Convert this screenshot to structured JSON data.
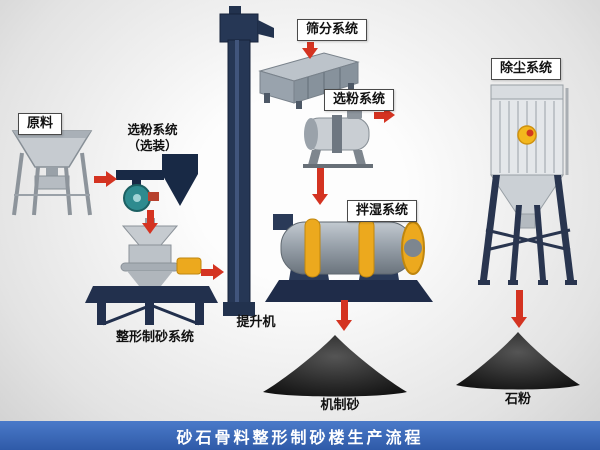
{
  "banner": {
    "title": "砂石骨料整形制砂楼生产流程"
  },
  "nodes": {
    "raw_material": {
      "label": "原料"
    },
    "optional_classifier": {
      "label_line1": "选粉系统",
      "label_line2": "（选装）"
    },
    "screening": {
      "label": "筛分系统"
    },
    "classifier": {
      "label": "选粉系统"
    },
    "dust_removal": {
      "label": "除尘系统"
    },
    "wet_mixing": {
      "label": "拌湿系统"
    },
    "shaping_sand": {
      "label": "整形制砂系统"
    },
    "bucket_elevator": {
      "label": "提升机"
    },
    "machine_sand": {
      "label": "机制砂"
    },
    "stone_powder": {
      "label": "石粉"
    }
  },
  "colors": {
    "arrow": "#d43321",
    "banner_bg": "#3a68bb",
    "banner_text": "#ffffff",
    "machine_frame": "#22304d",
    "machine_body": "#c6cbd0",
    "accent_yellow": "#eca91e",
    "pile_dark": "#1a1a1a"
  }
}
